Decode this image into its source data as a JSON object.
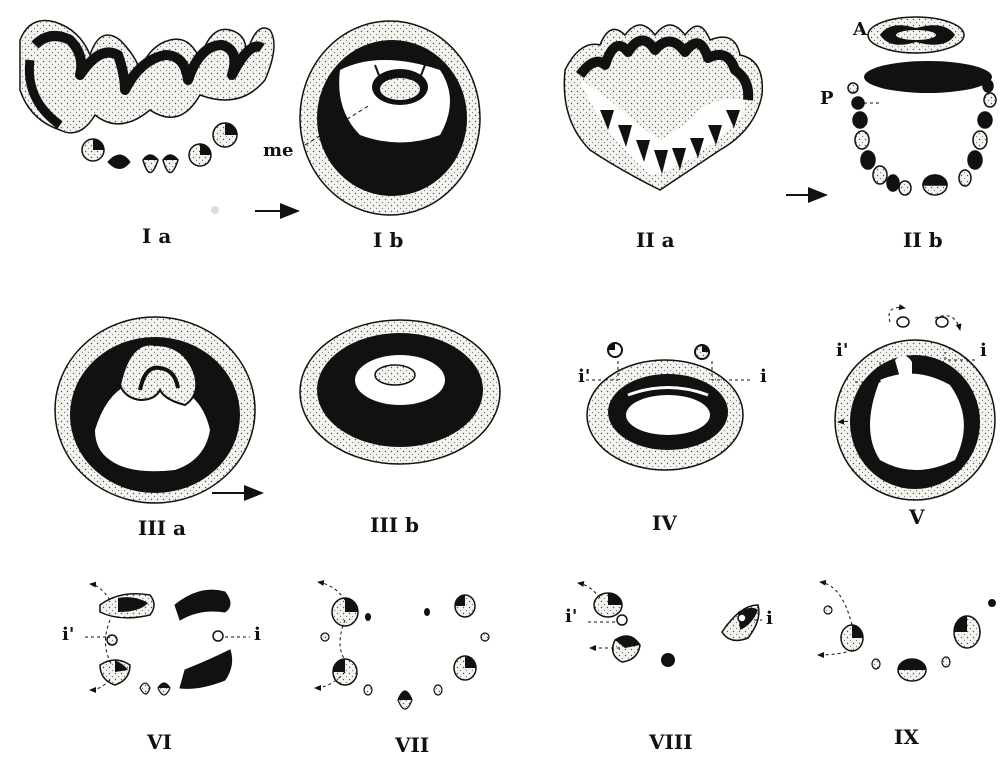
{
  "colors": {
    "ink": "#111111",
    "stipple": "#f2f2ec",
    "background": "#ffffff"
  },
  "panels": {
    "Ia": "I a",
    "Ib": "I b",
    "IIa": "II a",
    "IIb": "II b",
    "IIIa": "III a",
    "IIIb": "III b",
    "IV": "IV",
    "V": "V",
    "VI": "VI",
    "VII": "VII",
    "VIII": "VIII",
    "IX": "IX"
  },
  "annotations": {
    "me": "me",
    "A": "A",
    "P": "P",
    "i": "i",
    "i_prime": "i'"
  }
}
